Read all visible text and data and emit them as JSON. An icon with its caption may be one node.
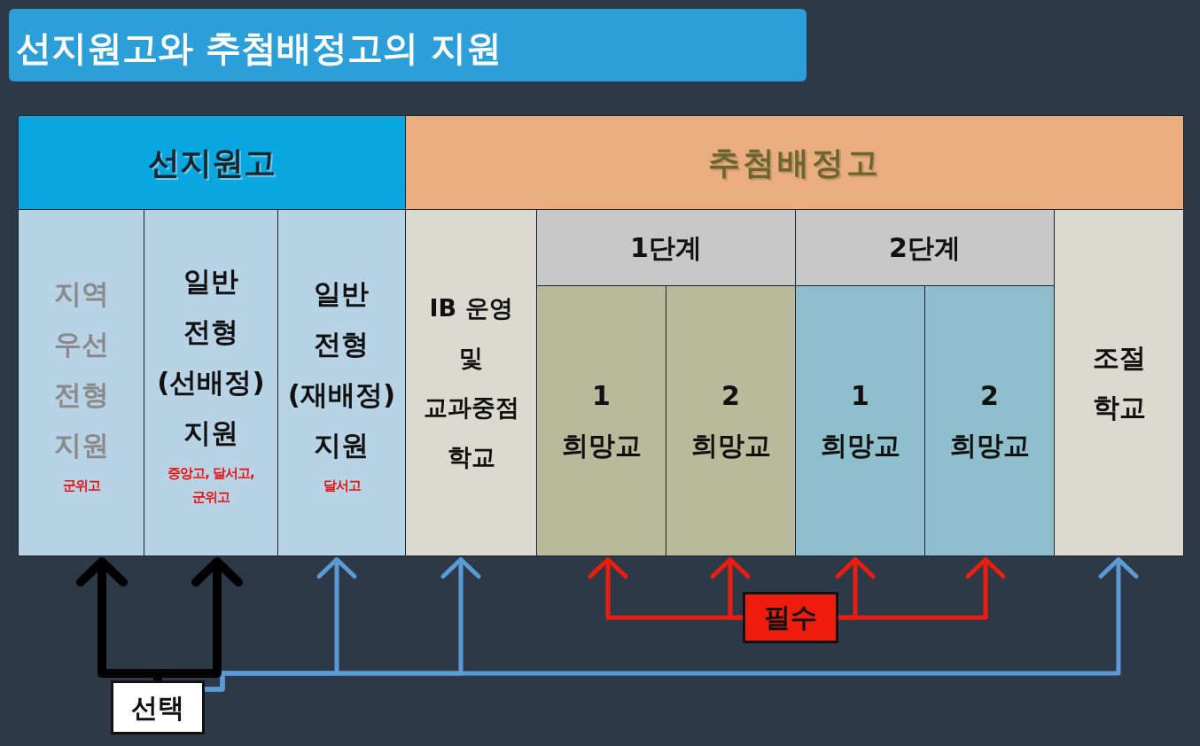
{
  "diagram": {
    "title": "선지원고와 추첨배정고의 지원",
    "nodes": [
      {
        "text": [
          "선지원고"
        ]
      },
      {
        "text": [
          "추첨배정고"
        ]
      },
      {
        "text": [
          "지역 우선 전형 지원",
          "군위고"
        ]
      },
      {
        "text": [
          "일반 전형 (선배정) 지원",
          "중앙고, 달서고, 군위고"
        ]
      },
      {
        "text": [
          "일반 전형 (재배정) 지원",
          "달서고"
        ]
      },
      {
        "text": [
          "IB 운영 및 교과중점 학교"
        ]
      },
      {
        "text": [
          "1단계"
        ]
      },
      {
        "text": [
          "2단계"
        ]
      },
      {
        "text": [
          "조절 학교"
        ]
      },
      {
        "text": [
          "1 희망교"
        ]
      },
      {
        "text": [
          "2 희망교"
        ]
      },
      {
        "text": [
          "1 희망교"
        ]
      },
      {
        "text": [
          "2 희망교"
        ]
      },
      {
        "text": [
          "선택"
        ]
      },
      {
        "text": [
          "필수"
        ]
      }
    ],
    "edges": [
      {
        "from": 13,
        "to": 2,
        "arrow": "to",
        "style": "thick",
        "color": "#000000"
      },
      {
        "from": 13,
        "to": 3,
        "arrow": "to",
        "style": "thick",
        "color": "#000000"
      },
      {
        "from": 13,
        "to": 4,
        "arrow": "to",
        "color": "#5b9bd5"
      },
      {
        "from": 13,
        "to": 5,
        "arrow": "to",
        "color": "#5b9bd5"
      },
      {
        "from": 13,
        "to": 8,
        "arrow": "to",
        "color": "#5b9bd5"
      },
      {
        "from": 14,
        "to": 9,
        "arrow": "to"
      },
      {
        "from": 14,
        "to": 10,
        "arrow": "to"
      },
      {
        "from": 14,
        "to": 11,
        "arrow": "to"
      },
      {
        "from": 14,
        "to": 12,
        "arrow": "to"
      }
    ]
  }
}
